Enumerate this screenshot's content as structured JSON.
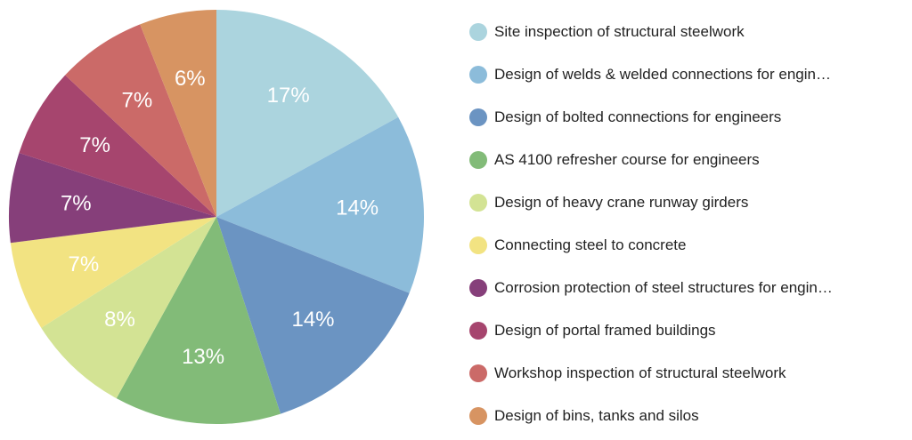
{
  "chart_data": {
    "type": "pie",
    "slices": [
      {
        "label": "Site inspection of structural steelwork",
        "value": 17,
        "value_label": "17%",
        "color": "#abd4de"
      },
      {
        "label": "Design of welds & welded connections for engin…",
        "value": 14,
        "value_label": "14%",
        "color": "#8cbcda"
      },
      {
        "label": "Design of bolted connections for engineers",
        "value": 14,
        "value_label": "14%",
        "color": "#6b94c2"
      },
      {
        "label": "AS 4100 refresher course for engineers",
        "value": 13,
        "value_label": "13%",
        "color": "#82bb78"
      },
      {
        "label": "Design of heavy crane runway girders",
        "value": 8,
        "value_label": "8%",
        "color": "#d3e394"
      },
      {
        "label": "Connecting steel to concrete",
        "value": 7,
        "value_label": "7%",
        "color": "#f2e382"
      },
      {
        "label": "Corrosion protection of steel structures for engin…",
        "value": 7,
        "value_label": "7%",
        "color": "#863f7a"
      },
      {
        "label": "Design of portal framed buildings",
        "value": 7,
        "value_label": "7%",
        "color": "#a6456e"
      },
      {
        "label": "Workshop inspection of structural steelwork",
        "value": 7,
        "value_label": "7%",
        "color": "#cb6a68"
      },
      {
        "label": "Design of bins, tanks and silos",
        "value": 6,
        "value_label": "6%",
        "color": "#d79462"
      }
    ],
    "start_angle_deg": 0,
    "direction": "clockwise",
    "legend_placement": "right"
  }
}
